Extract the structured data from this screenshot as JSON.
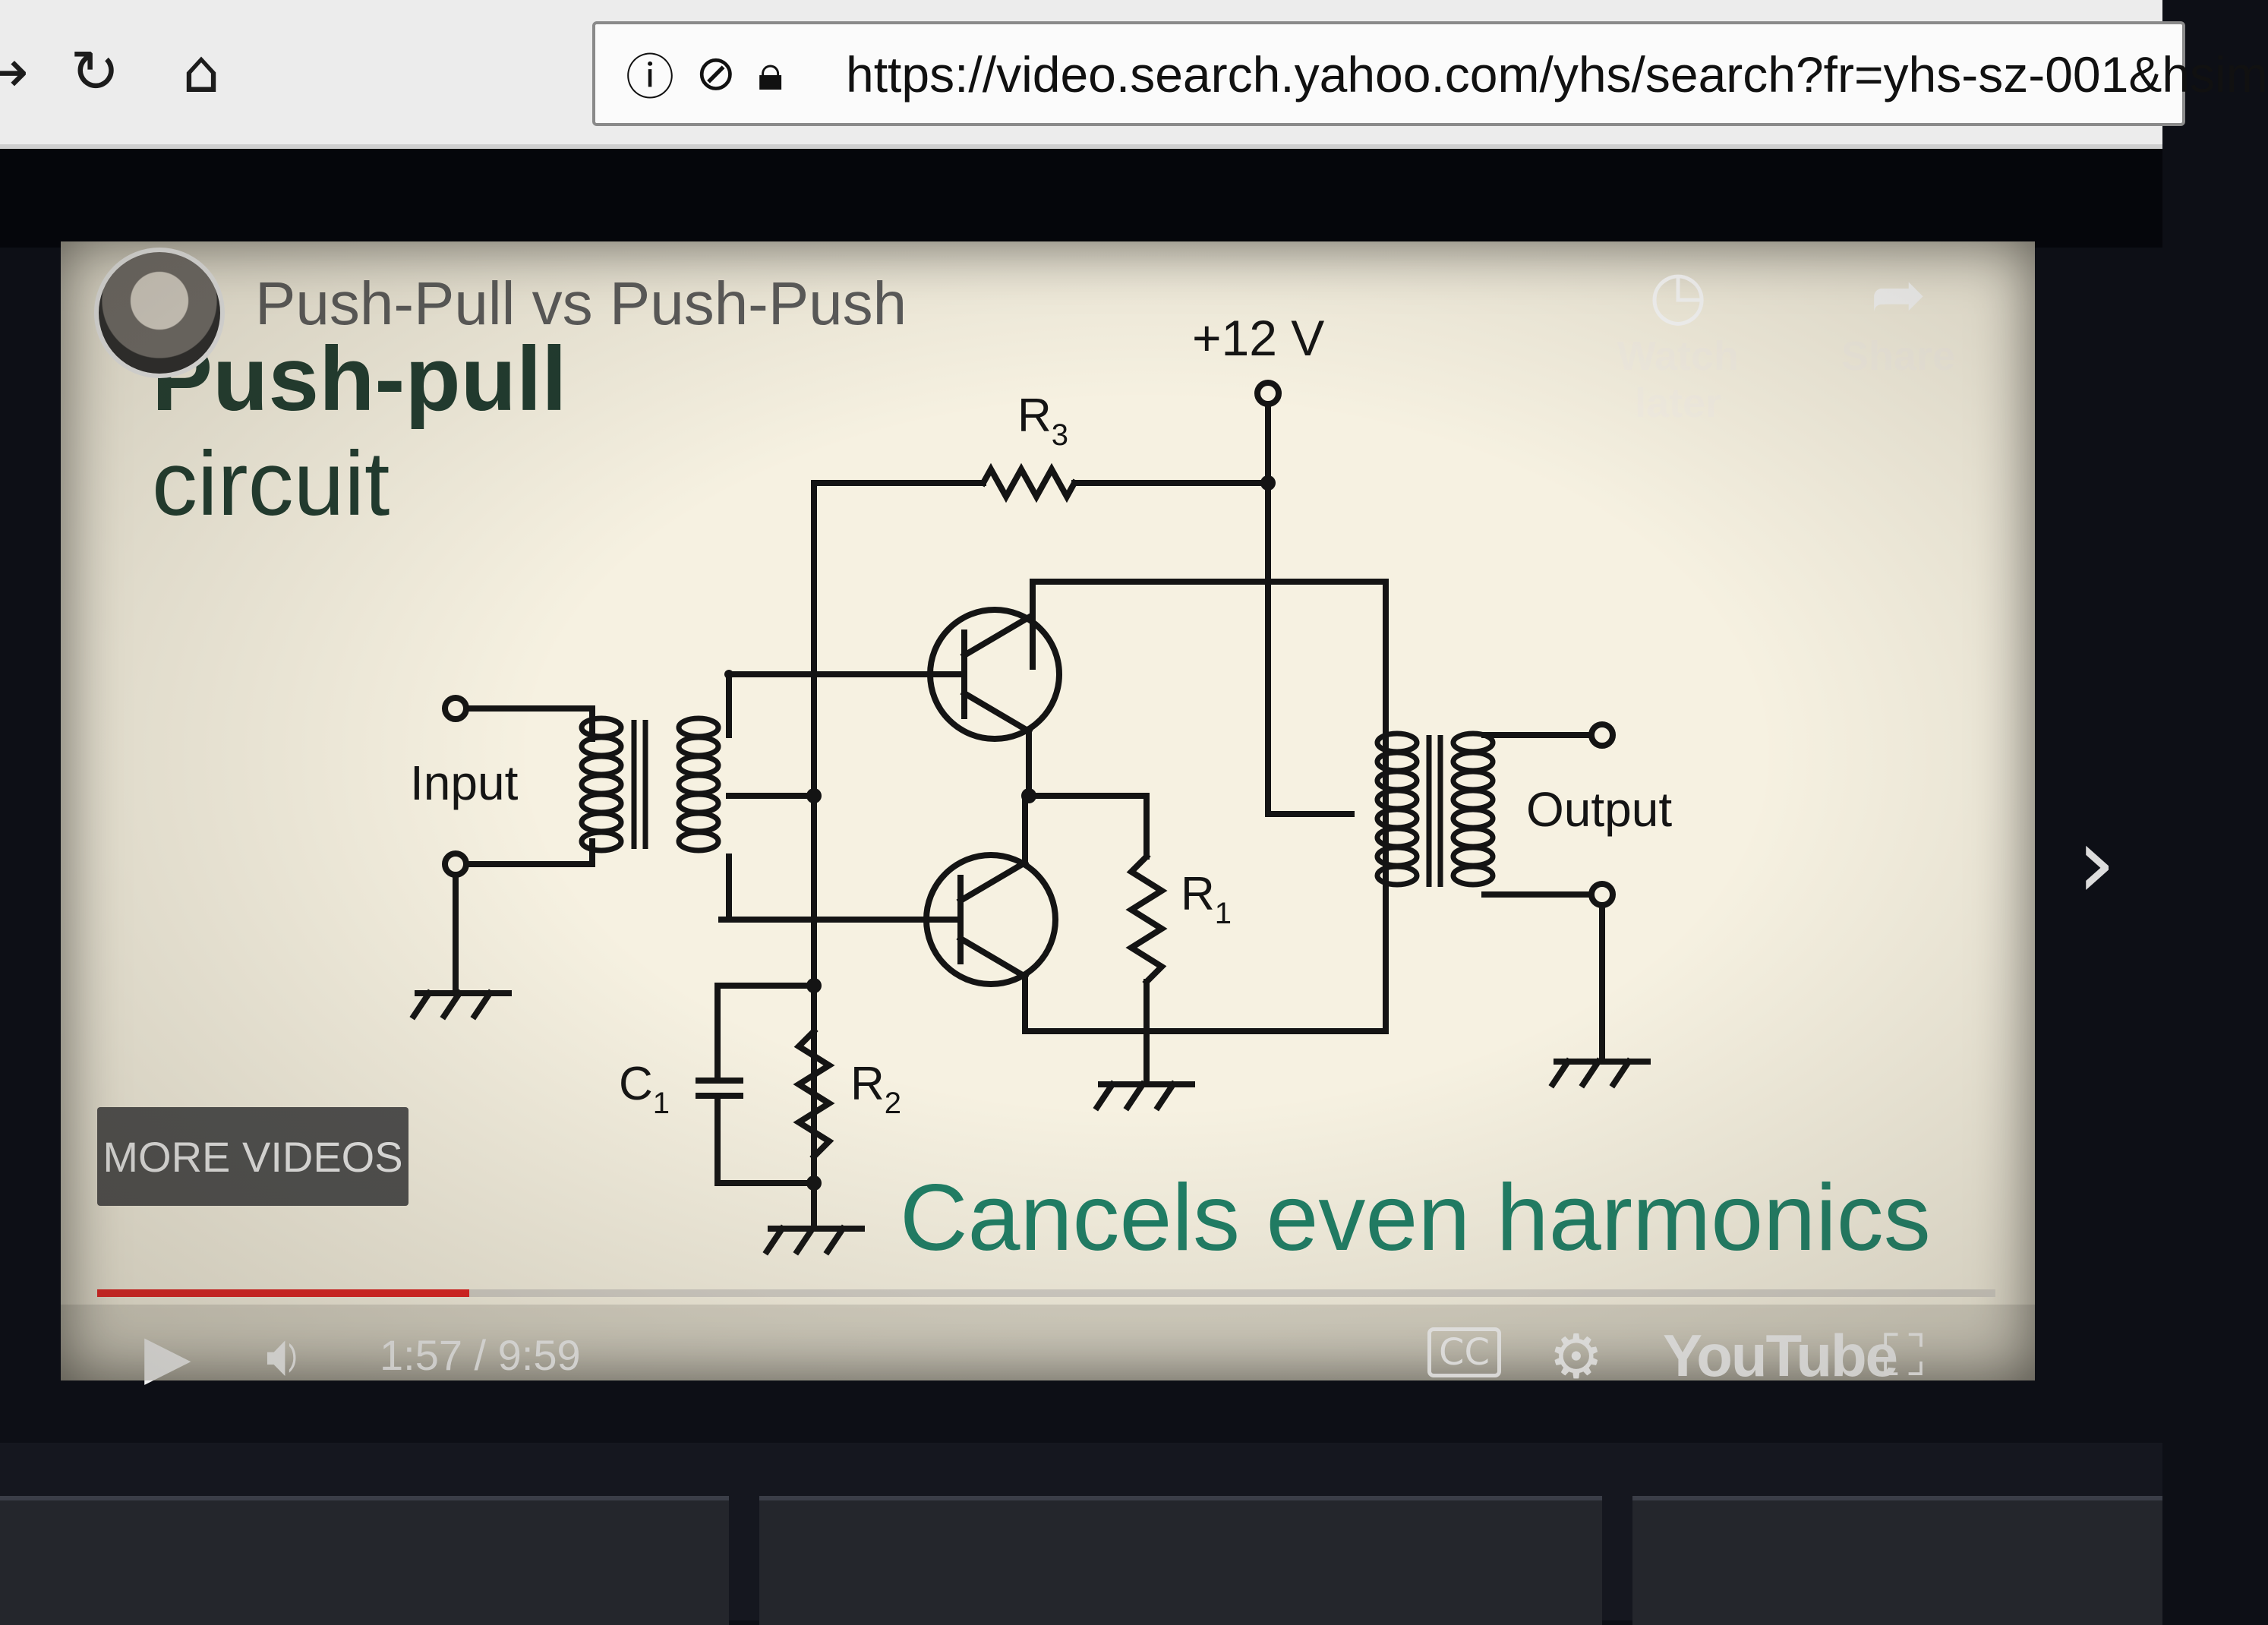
{
  "browser": {
    "url": "https://video.search.yahoo.com/yhs/search?fr=yhs-sz-001&hsim",
    "icons": [
      "back-icon",
      "reload-icon",
      "home-icon",
      "info-icon",
      "tracking-protection-icon",
      "lock-icon"
    ]
  },
  "player": {
    "video_title": "Push-Pull vs Push-Push",
    "watch_later_label": "Watch later",
    "share_label": "Share",
    "more_videos_label": "MORE VIDEOS",
    "time_display": "1:57 / 9:59",
    "progress_fraction": 0.196,
    "logo_text": "YouTube",
    "progress_color": "#e12020"
  },
  "slide": {
    "heading_line1": "Push-pull",
    "heading_line2": "circuit",
    "supply_label": "+12 V",
    "r3_label": "R",
    "r3_sub": "3",
    "r1_label": "R",
    "r1_sub": "1",
    "r2_label": "R",
    "r2_sub": "2",
    "c1_label": "C",
    "c1_sub": "1",
    "input_label": "Input",
    "output_label": "Output",
    "caption": "Cancels even harmonics",
    "caption_color": "#1f7f66"
  }
}
